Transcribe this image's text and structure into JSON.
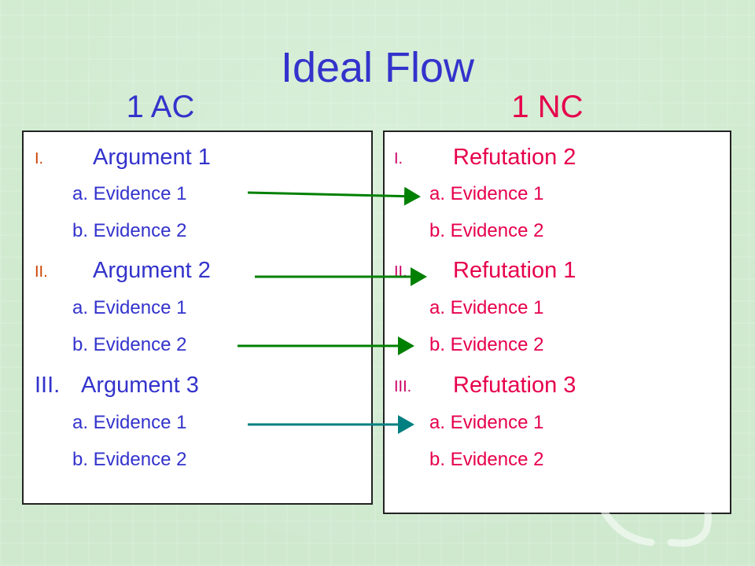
{
  "slide": {
    "title": "Ideal Flow"
  },
  "ac": {
    "heading": "1 AC",
    "items": [
      {
        "num": "I.",
        "label": "Argument 1",
        "subs": [
          "a. Evidence 1",
          "b. Evidence 2"
        ]
      },
      {
        "num": "II.",
        "label": "Argument 2",
        "subs": [
          "a. Evidence 1",
          "b. Evidence 2"
        ]
      },
      {
        "num": "III.",
        "label": "Argument 3",
        "subs": [
          "a. Evidence 1",
          "b. Evidence 2"
        ]
      }
    ]
  },
  "nc": {
    "heading": "1 NC",
    "items": [
      {
        "num": "I.",
        "label": "Refutation 2",
        "subs": [
          "a. Evidence 1",
          "b. Evidence 2"
        ]
      },
      {
        "num": "II.",
        "label": "Refutation 1",
        "subs": [
          "a. Evidence 1",
          "b. Evidence 2"
        ]
      },
      {
        "num": "III.",
        "label": "Refutation 3",
        "subs": [
          "a. Evidence 1",
          "b. Evidence 2"
        ]
      }
    ]
  },
  "colors": {
    "title": "#3333cc",
    "ac_text": "#3333cc",
    "nc_text": "#e6004c",
    "arrow_green": "#008000",
    "arrow_teal": "#008080",
    "background": "#d5eed5"
  },
  "icons": {
    "decoration": "dragon-seal-icon"
  }
}
